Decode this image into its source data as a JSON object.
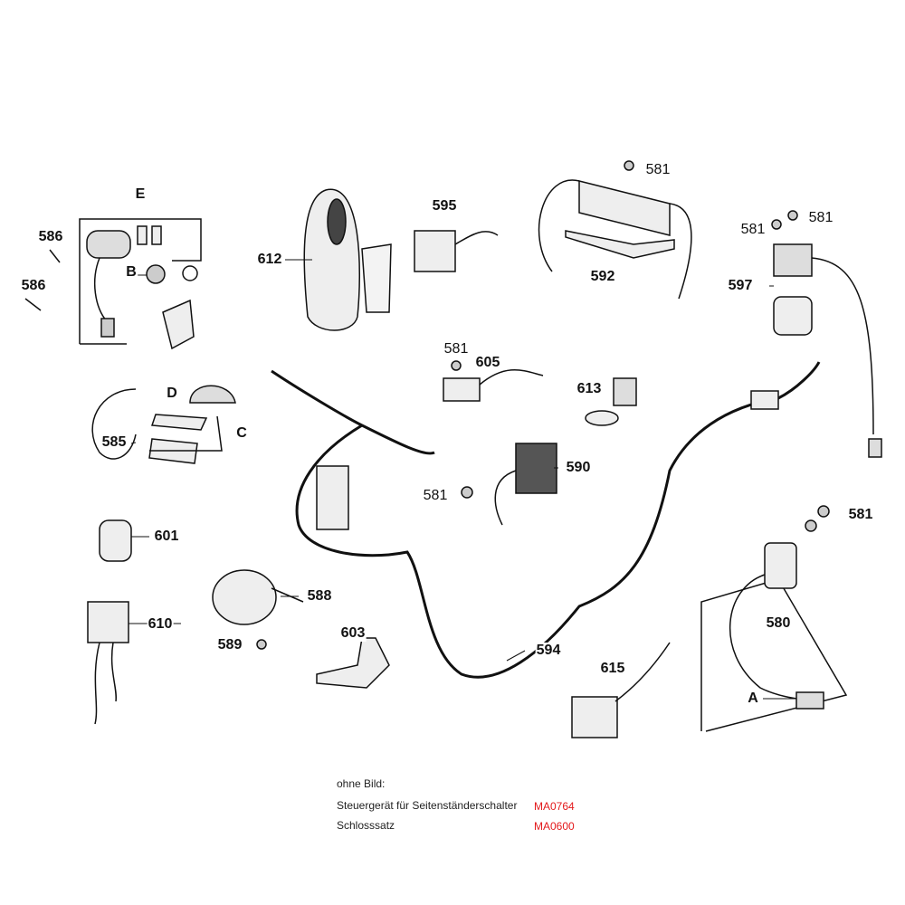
{
  "part_labels": [
    "E",
    "586",
    "586",
    "B",
    "612",
    "595",
    "581",
    "592",
    "581",
    "581",
    "597",
    "581",
    "605",
    "613",
    "D",
    "C",
    "585",
    "590",
    "581",
    "601",
    "581",
    "588",
    "610",
    "580",
    "589",
    "603",
    "594",
    "615",
    "A"
  ],
  "footer": {
    "heading": "ohne Bild:",
    "items": [
      {
        "name": "Steuergerät für Seitenständerschalter",
        "code": "MA0764"
      },
      {
        "name": "Schlosssatz",
        "code": "MA0600"
      }
    ]
  },
  "colors": {
    "code": "#e3191b",
    "line": "#111111"
  }
}
